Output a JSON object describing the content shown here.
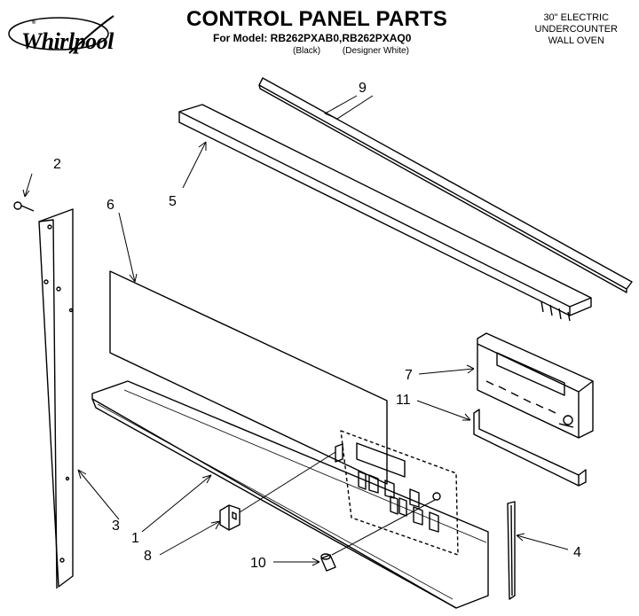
{
  "header": {
    "brand": "Whirlpool",
    "brand_small": "®",
    "title": "CONTROL PANEL PARTS",
    "model_line": "For Model: RB262PXAB0,RB262PXAQ0",
    "variant_black": "(Black)",
    "variant_white": "(Designer White)",
    "product_line1": "30\" ELECTRIC",
    "product_line2": "UNDERCOUNTER",
    "product_line3": "WALL OVEN"
  },
  "callouts": {
    "c1": "1",
    "c2": "2",
    "c3": "3",
    "c4": "4",
    "c5": "5",
    "c6": "6",
    "c7": "7",
    "c8": "8",
    "c9": "9",
    "c10": "10",
    "c11": "11"
  }
}
